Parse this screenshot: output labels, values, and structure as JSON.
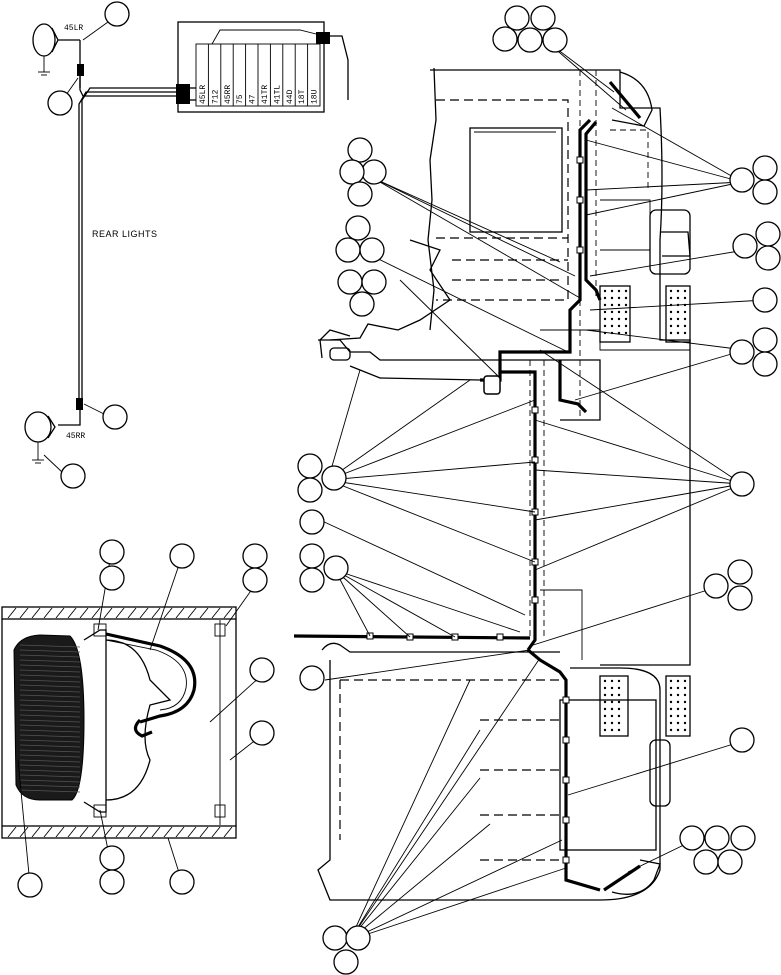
{
  "diagram": {
    "labels": {
      "front_lamp_wire": "45LR",
      "rear_lamp_wire": "45RR",
      "rear_lights_caption": "REAR LIGHTS"
    },
    "connector_block": [
      "45LR",
      "712",
      "45RR",
      "75",
      "47",
      "41TR",
      "41TL",
      "44D",
      "18T",
      "18U"
    ]
  }
}
